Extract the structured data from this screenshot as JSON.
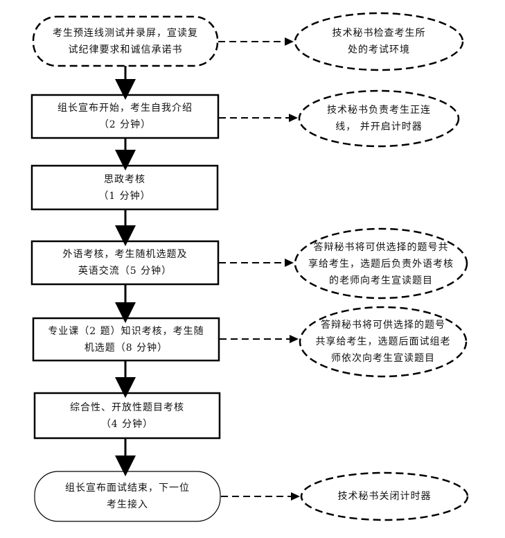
{
  "steps": [
    {
      "lines": [
        "考生预连线测试并录屏，宣读复",
        "试纪律要求和诚信承诺书"
      ]
    },
    {
      "lines": [
        "组长宣布开始，考生自我介绍",
        "（2 分钟）"
      ]
    },
    {
      "lines": [
        "思政考核",
        "（1 分钟）"
      ]
    },
    {
      "lines": [
        "外语考核，考生随机选题及",
        "英语交流（5 分钟）"
      ]
    },
    {
      "lines": [
        "专业课（2 题）知识考核，考生随",
        "机选题（8 分钟）"
      ]
    },
    {
      "lines": [
        "综合性、开放性题目考核",
        "（4 分钟）"
      ]
    },
    {
      "lines": [
        "组长宣布面试结束，下一位",
        "考生接入"
      ]
    }
  ],
  "notes": [
    {
      "lines": [
        "技术秘书检查考生所",
        "处的考试环境"
      ]
    },
    {
      "lines": [
        "技术秘书负责考生正连",
        "线，  并开启计时器"
      ]
    },
    {
      "lines": [
        "答辩秘书将可供选择的题号共",
        "享给考生，选题后负责外语考核",
        "的老师向考生宣读题目"
      ]
    },
    {
      "lines": [
        "答辩秘书将可供选择的题号",
        "共享给考生，选题后面试组老",
        "师依次向考生宣读题目"
      ]
    },
    {
      "lines": [
        "技术秘书关闭计时器"
      ]
    }
  ]
}
